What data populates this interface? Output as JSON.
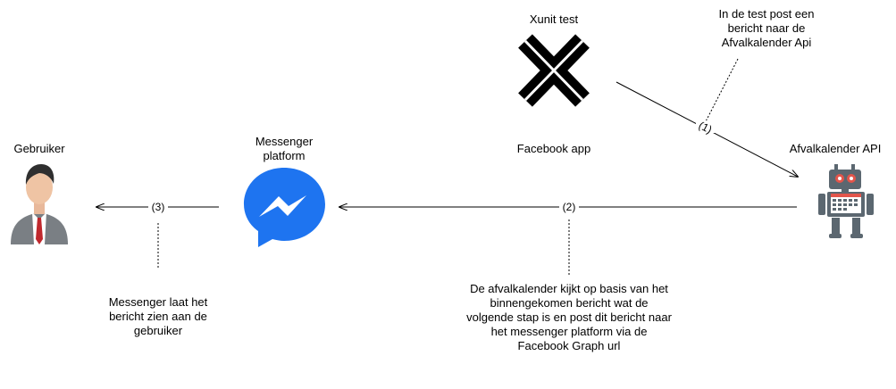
{
  "nodes": {
    "xunit": "Xunit test",
    "facebook_app": "Facebook app",
    "api": "Afvalkalender API",
    "messenger": "Messenger platform",
    "user": "Gebruiker"
  },
  "edges": {
    "step1": "(1)",
    "step2": "(2)",
    "step3": "(3)"
  },
  "notes": {
    "step1": "In de test post een bericht naar de Afvalkalender Api",
    "step2": "De afvalkalender kijkt op basis van het binnengekomen bericht wat de volgende stap is en post dit bericht naar het messenger platform via de Facebook Graph url",
    "step3": "Messenger laat het bericht zien aan de gebruiker"
  },
  "colors": {
    "messenger_blue": "#1e74f0",
    "robot_gray": "#5b6770",
    "robot_red": "#e2554b",
    "tie_red": "#c0282d"
  }
}
